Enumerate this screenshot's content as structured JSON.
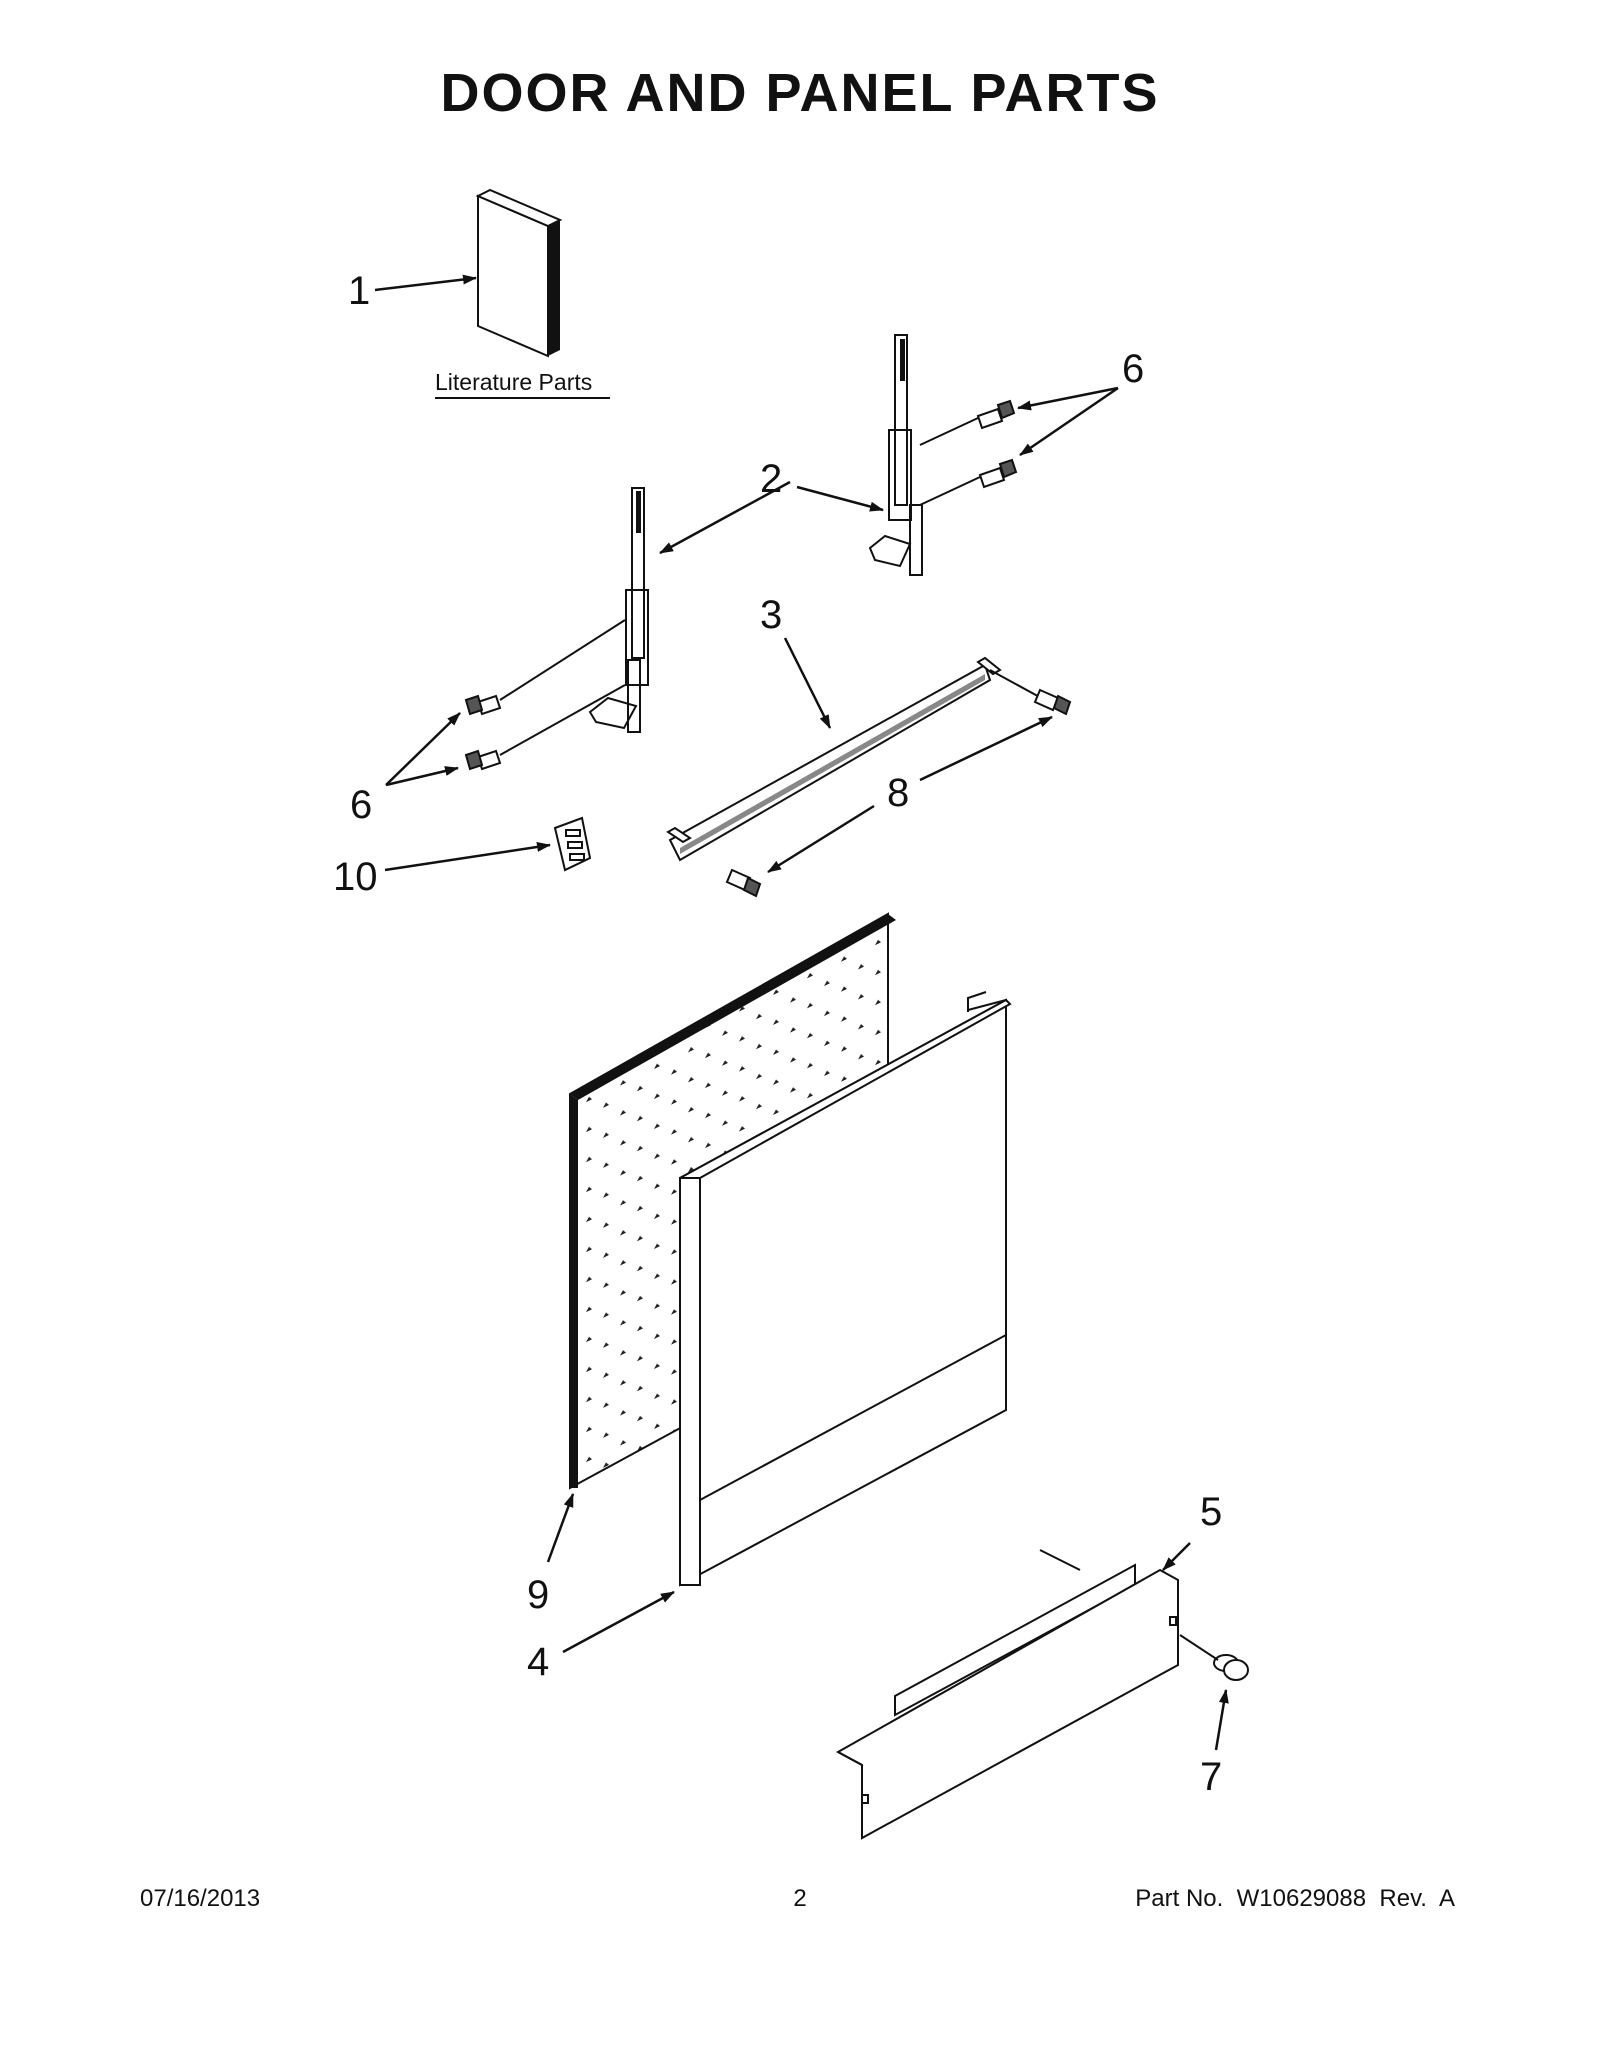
{
  "title": "DOOR AND PANEL PARTS",
  "literature_label": "Literature Parts",
  "callouts": {
    "c1": "1",
    "c2": "2",
    "c3": "3",
    "c4": "4",
    "c5": "5",
    "c6a": "6",
    "c6b": "6",
    "c7": "7",
    "c8": "8",
    "c9": "9",
    "c10": "10"
  },
  "footer": {
    "date": "07/16/2013",
    "page": "2",
    "part_number": "Part No.  W10629088  Rev.  A"
  }
}
